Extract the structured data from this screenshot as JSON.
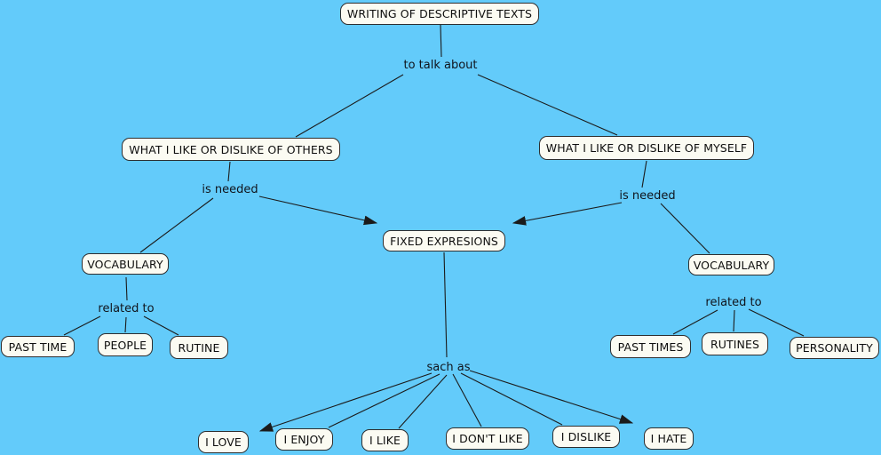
{
  "colors": {
    "background": "#63cbfa",
    "node_fill": "#fbfbf2",
    "node_border": "#2e2e2e",
    "edge_line": "#1b1b1b",
    "text": "#0e0e0e"
  },
  "nodes": {
    "writing": "WRITING OF DESCRIPTIVE TEXTS",
    "others": "WHAT I LIKE OR DISLIKE OF OTHERS",
    "myself": "WHAT I LIKE OR DISLIKE OF MYSELF",
    "fixed": "FIXED EXPRESIONS",
    "vocab_left": "VOCABULARY",
    "vocab_right": "VOCABULARY",
    "past_time": "PAST TIME",
    "people": "PEOPLE",
    "rutine": "RUTINE",
    "past_times": "PAST TIMES",
    "rutines": "RUTINES",
    "personality": "PERSONALITY",
    "i_love": "I LOVE",
    "i_enjoy": "I ENJOY",
    "i_like": "I LIKE",
    "i_dont_like": "I DON'T LIKE",
    "i_dislike": "I DISLIKE",
    "i_hate": "I HATE"
  },
  "labels": {
    "to_talk_about": "to talk about",
    "is_needed_left": "is needed",
    "is_needed_right": "is needed",
    "related_to_left": "related to",
    "related_to_right": "related to",
    "such_as": "sach as"
  }
}
